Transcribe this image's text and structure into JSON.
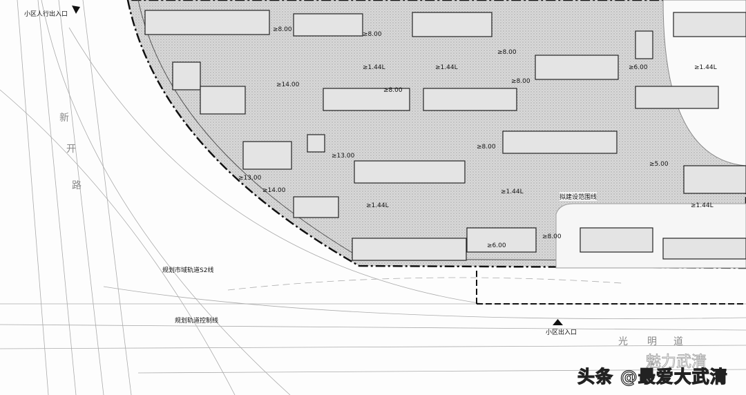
{
  "labels": {
    "pedestrian_entrance": "小区人行出入口",
    "road_west": [
      "新",
      "开",
      "路"
    ],
    "rail_s2": "规划市域轨道S2线",
    "rail_control": "规划轨道控制线",
    "entrance": "小区出入口",
    "road_south": [
      "光",
      "明",
      "道"
    ],
    "build_boundary": "拟建设范围线"
  },
  "dimensions": [
    "≥8.00",
    "≥8.00",
    "≥8.00",
    "≥8.00",
    "≥8.00",
    "≥8.00",
    "≥8.00",
    "≥14.00",
    "≥13.00",
    "≥13.00",
    "≥14.00",
    "≥1.44L",
    "≥1.44L",
    "≥1.44L",
    "≥1.44L",
    "≥1.44L",
    "≥1.44L",
    "≥6.00",
    "≥6.00",
    "≥5.00"
  ],
  "watermark": {
    "main": "头条 @最爱大武清",
    "sub": "魅力武清"
  },
  "colors": {
    "site_fill": "#d6d6d6",
    "building_fill": "#e4e4e4",
    "outline": "#222222"
  }
}
